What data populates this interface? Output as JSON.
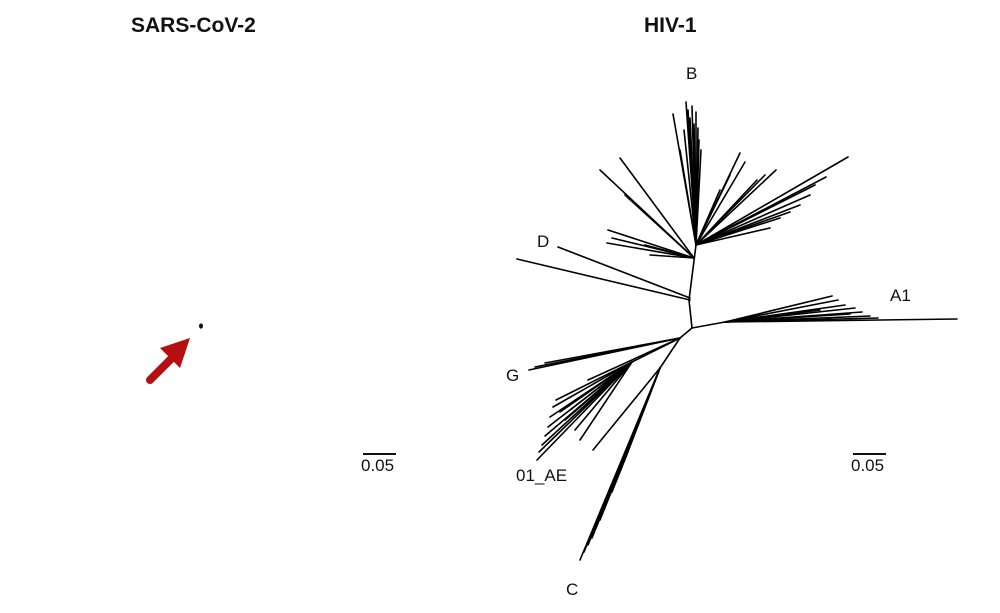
{
  "panels": {
    "left": {
      "title": "SARS-CoV-2",
      "scale_label": "0.05",
      "arrow_color": "#b50f0f"
    },
    "right": {
      "title": "HIV-1",
      "scale_label": "0.05",
      "clades": {
        "b": "B",
        "d": "D",
        "a1": "A1",
        "g": "G",
        "ae": "01_AE",
        "c": "C"
      }
    }
  }
}
